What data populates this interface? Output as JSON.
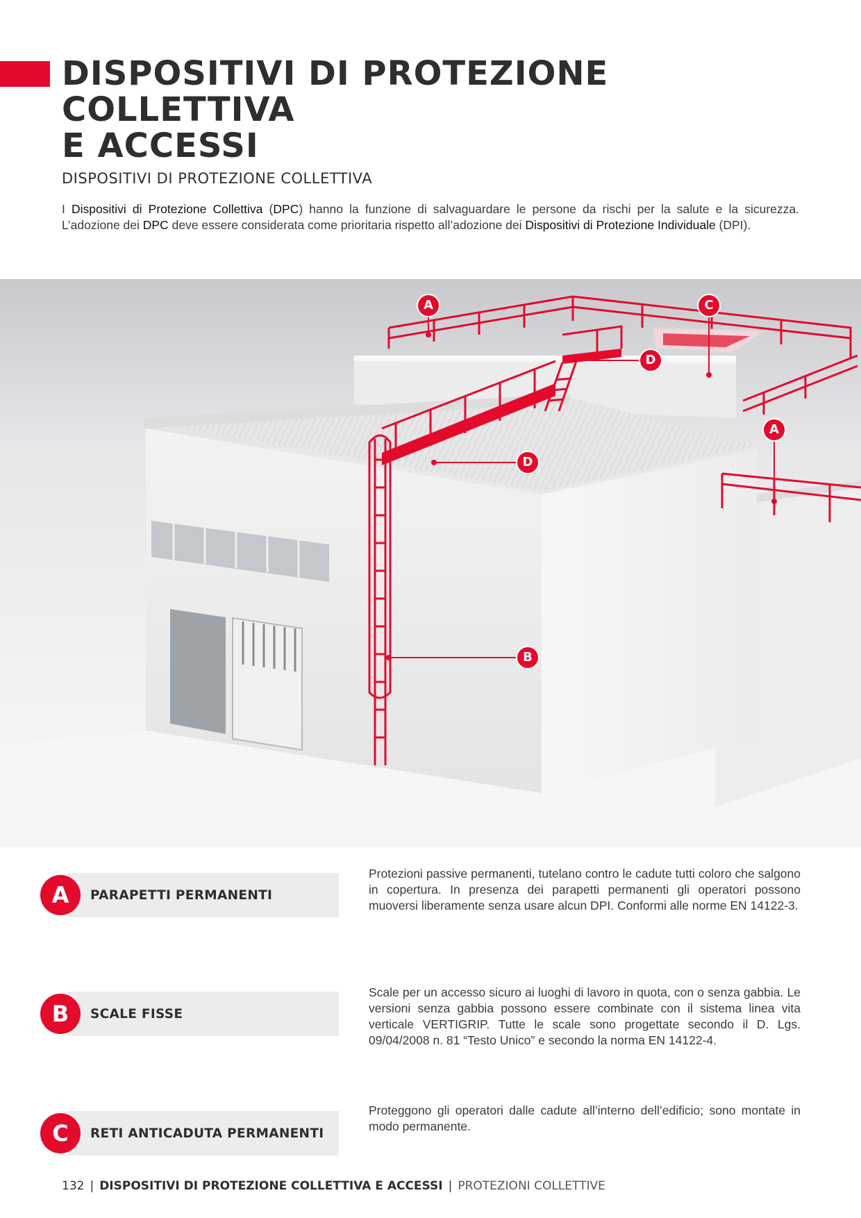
{
  "header": {
    "title_line1": "DISPOSITIVI DI PROTEZIONE COLLETTIVA",
    "title_line2": "E ACCESSI",
    "accent_color": "#e30a2c"
  },
  "section": {
    "title": "DISPOSITIVI DI PROTEZIONE COLLETTIVA",
    "intro": {
      "t1": "I ",
      "b1": "Dispositivi di Protezione Collettiva",
      "t2": " (",
      "b2": "DPC",
      "t3": ") hanno la funzione di salvaguardare le persone da rischi per la salute e la sicurezza. L’adozione dei ",
      "b3": "DPC",
      "t4": " deve essere considerata come prioritaria rispetto all’adozione dei ",
      "b4": "Dispositivi di Protezione Individuale",
      "t5": " (DPI)."
    }
  },
  "illustration": {
    "callouts": [
      "A",
      "C",
      "D",
      "A",
      "D",
      "B"
    ],
    "icon": "building-roof-illustration"
  },
  "items": [
    {
      "letter": "A",
      "label": "PARAPETTI PERMANENTI",
      "description": "Protezioni passive permanenti, tutelano contro le cadute tutti coloro che salgono in copertura. In presenza dei parapetti permanenti gli operatori possono muoversi liberamente senza usare alcun DPI. Conformi alle norme EN 14122-3."
    },
    {
      "letter": "B",
      "label": "SCALE FISSE",
      "description": "Scale per un accesso sicuro ai luoghi di lavoro in quota, con o senza gabbia. Le versioni senza gabbia possono essere combinate con il sistema linea vita verticale VERTIGRIP. Tutte le scale sono progettate secondo il D. Lgs. 09/04/2008 n. 81 “Testo Unico” e secondo la norma EN 14122-4."
    },
    {
      "letter": "C",
      "label": "RETI ANTICADUTA PERMANENTI",
      "description": "Proteggono gli operatori dalle cadute all’interno dell’edificio; sono montate in modo permanente."
    }
  ],
  "footer": {
    "page_number": "132",
    "section": "DISPOSITIVI DI PROTEZIONE COLLETTIVA E ACCESSI",
    "chapter": "PROTEZIONI COLLETTIVE"
  }
}
